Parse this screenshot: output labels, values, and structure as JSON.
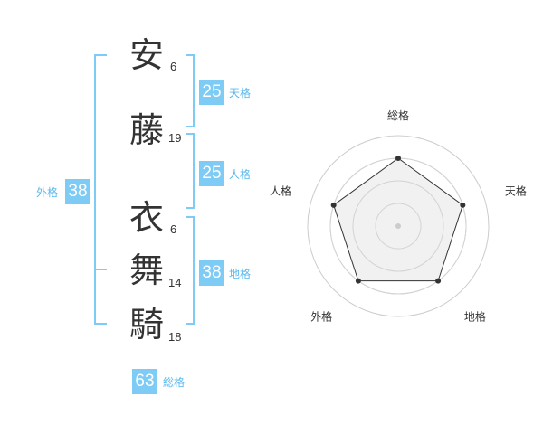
{
  "name": {
    "chars": [
      {
        "char": "安",
        "strokes": "6"
      },
      {
        "char": "藤",
        "strokes": "19"
      },
      {
        "char": "衣",
        "strokes": "6"
      },
      {
        "char": "舞",
        "strokes": "14"
      },
      {
        "char": "騎",
        "strokes": "18"
      }
    ]
  },
  "fortunes": {
    "tenkaku": {
      "value": "25",
      "label": "天格"
    },
    "jinkaku": {
      "value": "25",
      "label": "人格"
    },
    "chikaku": {
      "value": "38",
      "label": "地格"
    },
    "gaikaku": {
      "value": "38",
      "label": "外格"
    },
    "soukaku": {
      "value": "63",
      "label": "総格"
    }
  },
  "colors": {
    "accent": "#7ecbf5",
    "accent_text": "#5ab9ee",
    "text": "#333333",
    "radar_fill": "#eeeeee",
    "ring": "#cccccc"
  },
  "chart_data": {
    "type": "radar",
    "axes": [
      "総格",
      "天格",
      "地格",
      "外格",
      "人格"
    ],
    "values": [
      0.75,
      0.75,
      0.75,
      0.75,
      0.75
    ],
    "rings": 4,
    "grid": true
  }
}
